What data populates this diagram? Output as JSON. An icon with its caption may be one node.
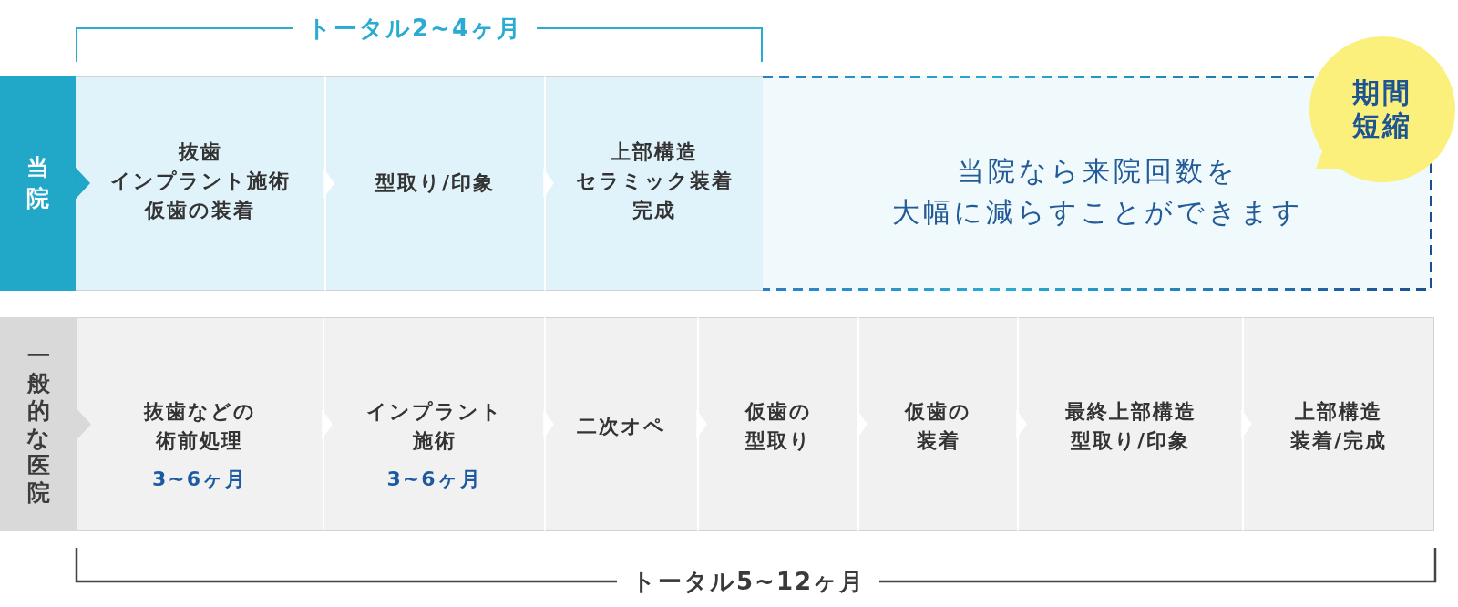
{
  "diagram": {
    "nodes": [
      {
        "text": [
          "当院"
        ]
      },
      {
        "text": [
          "抜歯",
          "インプラント施術",
          "仮歯の装着"
        ]
      },
      {
        "text": [
          "型取り/印象"
        ]
      },
      {
        "text": [
          "上部構造",
          "セラミック装着",
          "完成"
        ]
      },
      {
        "text": [
          "当院なら来院回数を大幅に減らすことができます"
        ]
      },
      {
        "text": [
          "期間短縮"
        ]
      },
      {
        "text": [
          "一般的な医院"
        ]
      },
      {
        "text": [
          "抜歯などの術前処理",
          "3~6ヶ月"
        ]
      },
      {
        "text": [
          "インプラント施術",
          "3~6ヶ月"
        ]
      },
      {
        "text": [
          "二次オペ"
        ]
      },
      {
        "text": [
          "仮歯の型取り"
        ]
      },
      {
        "text": [
          "仮歯の装着"
        ]
      },
      {
        "text": [
          "最終上部構造型取り/印象"
        ]
      },
      {
        "text": [
          "上部構造装着/完成"
        ]
      }
    ],
    "edges": [
      {
        "from": 0,
        "to": 1,
        "arrow": "to",
        "color": "#21a7c7"
      },
      {
        "from": 1,
        "to": 2,
        "arrow": "to"
      },
      {
        "from": 2,
        "to": 3,
        "arrow": "to"
      },
      {
        "from": 6,
        "to": 7,
        "arrow": "to",
        "color": "#d9d9d9"
      },
      {
        "from": 7,
        "to": 8,
        "arrow": "to"
      },
      {
        "from": 8,
        "to": 9,
        "arrow": "to"
      },
      {
        "from": 9,
        "to": 10,
        "arrow": "to"
      },
      {
        "from": 10,
        "to": 11,
        "arrow": "to"
      },
      {
        "from": 11,
        "to": 12,
        "arrow": "to"
      },
      {
        "from": 12,
        "to": 13,
        "arrow": "to"
      }
    ],
    "labels": [
      "トータル2~4ヶ月",
      "トータル5~12ヶ月"
    ]
  }
}
